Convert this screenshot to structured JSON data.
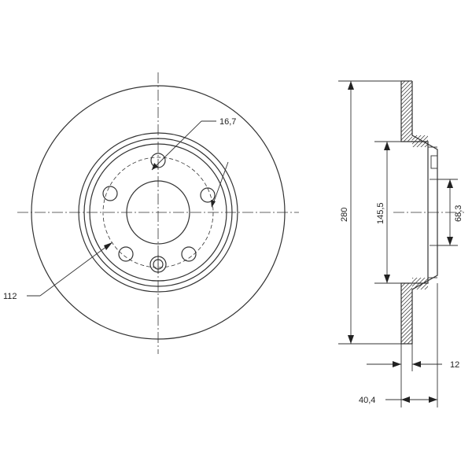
{
  "dimensions": {
    "bolt_hole_diameter": "16,7",
    "pitch_circle_diameter": "112",
    "outer_diameter": "280",
    "hub_diameter": "145,5",
    "center_bore_diameter": "68,3",
    "disc_thickness": "12",
    "total_height": "40,4"
  },
  "colors": {
    "line": "#333333",
    "background": "#ffffff"
  }
}
